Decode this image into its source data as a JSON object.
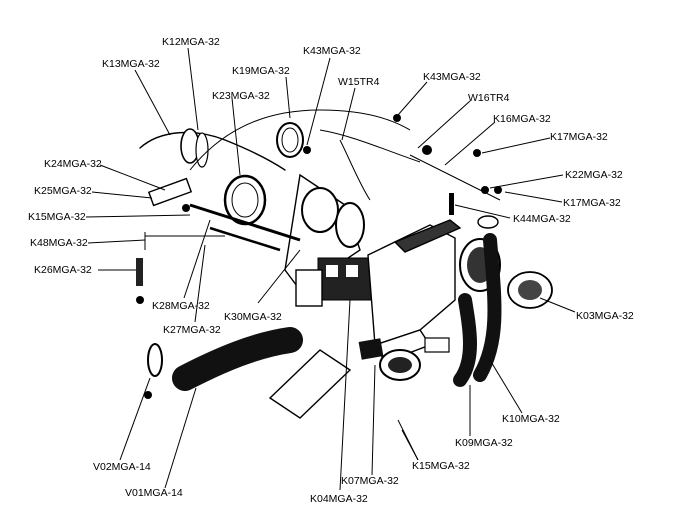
{
  "labels": {
    "k12": "K12MGA-32",
    "k13": "K13MGA-32",
    "k19": "K19MGA-32",
    "k43a": "K43MGA-32",
    "k23": "K23MGA-32",
    "w15": "W15TR4",
    "k43b": "K43MGA-32",
    "w16": "W16TR4",
    "k16": "K16MGA-32",
    "k17a": "K17MGA-32",
    "k24": "K24MGA-32",
    "k22": "K22MGA-32",
    "k25": "K25MGA-32",
    "k17b": "K17MGA-32",
    "k15a": "K15MGA-32",
    "k44": "K44MGA-32",
    "k48": "K48MGA-32",
    "k26": "K26MGA-32",
    "k28": "K28MGA-32",
    "k03": "K03MGA-32",
    "k30": "K30MGA-32",
    "k27": "K27MGA-32",
    "k10": "K10MGA-32",
    "k09": "K09MGA-32",
    "v02": "V02MGA-14",
    "k15b": "K15MGA-32",
    "k07": "K07MGA-32",
    "v01": "V01MGA-14",
    "k04": "K04MGA-32"
  }
}
